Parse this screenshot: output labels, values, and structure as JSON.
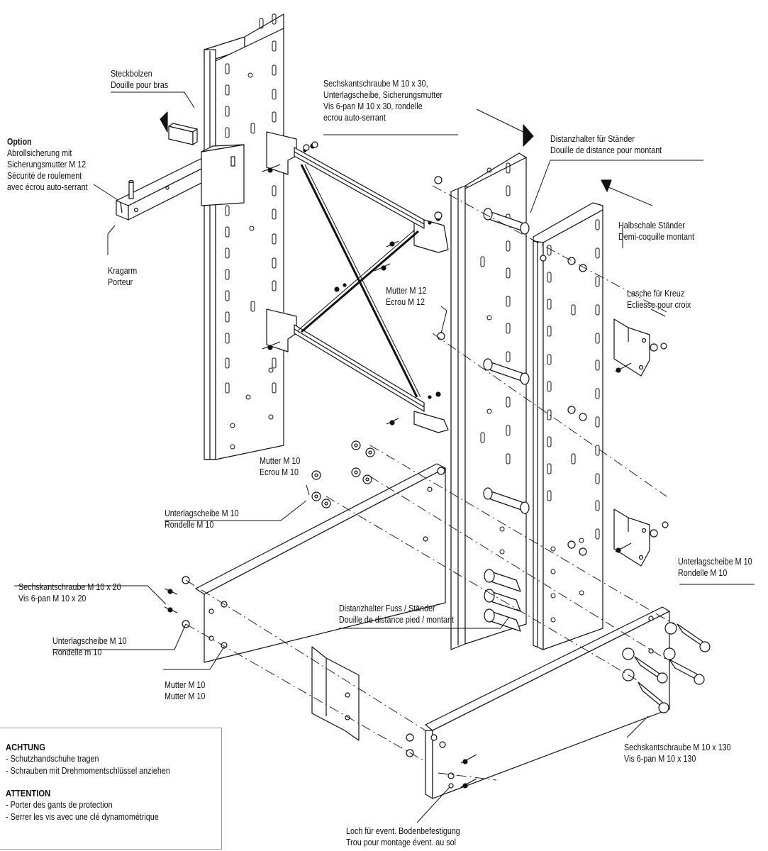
{
  "labels": {
    "steckbolzen": [
      "Steckbolzen",
      "Douille pour bras"
    ],
    "option_title": "Option",
    "option": [
      "Abrollsicherung mit",
      "Sicherungsmutter M 12",
      "Sécurité de roulement",
      "avec écrou auto-serrant"
    ],
    "kragarm": [
      "Kragarm",
      "Porteur"
    ],
    "sechskant_m10x30": [
      "Sechskantschraube M 10 x 30,",
      "Unterlagscheibe, Sicherungsmutter",
      "Vis 6-pan M 10 x 30, rondelle",
      "ecrou auto-serrant"
    ],
    "distanzhalter_staender": [
      "Distanzhalter für Ständer",
      "Douille de distance pour montant"
    ],
    "halbschale": [
      "Halbschale Ständer",
      "Demi-coquille montant"
    ],
    "lasche": [
      "Lasche für Kreuz",
      "Ecliesse pour croix"
    ],
    "mutter_m12": [
      "Mutter M 12",
      "Ecrou M 12"
    ],
    "mutter_m10_top": [
      "Mutter M 10",
      "Ecrou M 10"
    ],
    "unterlag_m10_mid": [
      "Unterlagscheibe M 10",
      "Rondelle M 10"
    ],
    "sechskant_m10x20": [
      "Sechskantschraube M 10 x 20",
      "Vis 6-pan M 10 x 20"
    ],
    "unterlag_m10_left": [
      "Unterlagscheibe M 10",
      "Rondelle m 10"
    ],
    "mutter_m10_bottom": [
      "Mutter M 10",
      "Mutter M 10"
    ],
    "distanzhalter_fuss": [
      "Distanzhalter Fuss / Ständer",
      "Douille de distance pied / montant"
    ],
    "unterlag_m10_right": [
      "Unterlagscheibe M 10",
      "Rondelle M 10"
    ],
    "sechskant_m10x130": [
      "Sechskantschraube M 10 x 130",
      "Vis 6-pan M 10 x 130"
    ],
    "loch": [
      "Loch für event. Bodenbefestigung",
      "Trou pour montage évent. au sol"
    ]
  },
  "warning": {
    "de_title": "ACHTUNG",
    "de_lines": [
      "- Schutzhandschuhe tragen",
      "- Schrauben mit Drehmomentschlüssel anziehen"
    ],
    "fr_title": "ATTENTION",
    "fr_lines": [
      "- Porter des gants de protection",
      "- Serrer les vis avec une clé dynamométrique"
    ]
  }
}
